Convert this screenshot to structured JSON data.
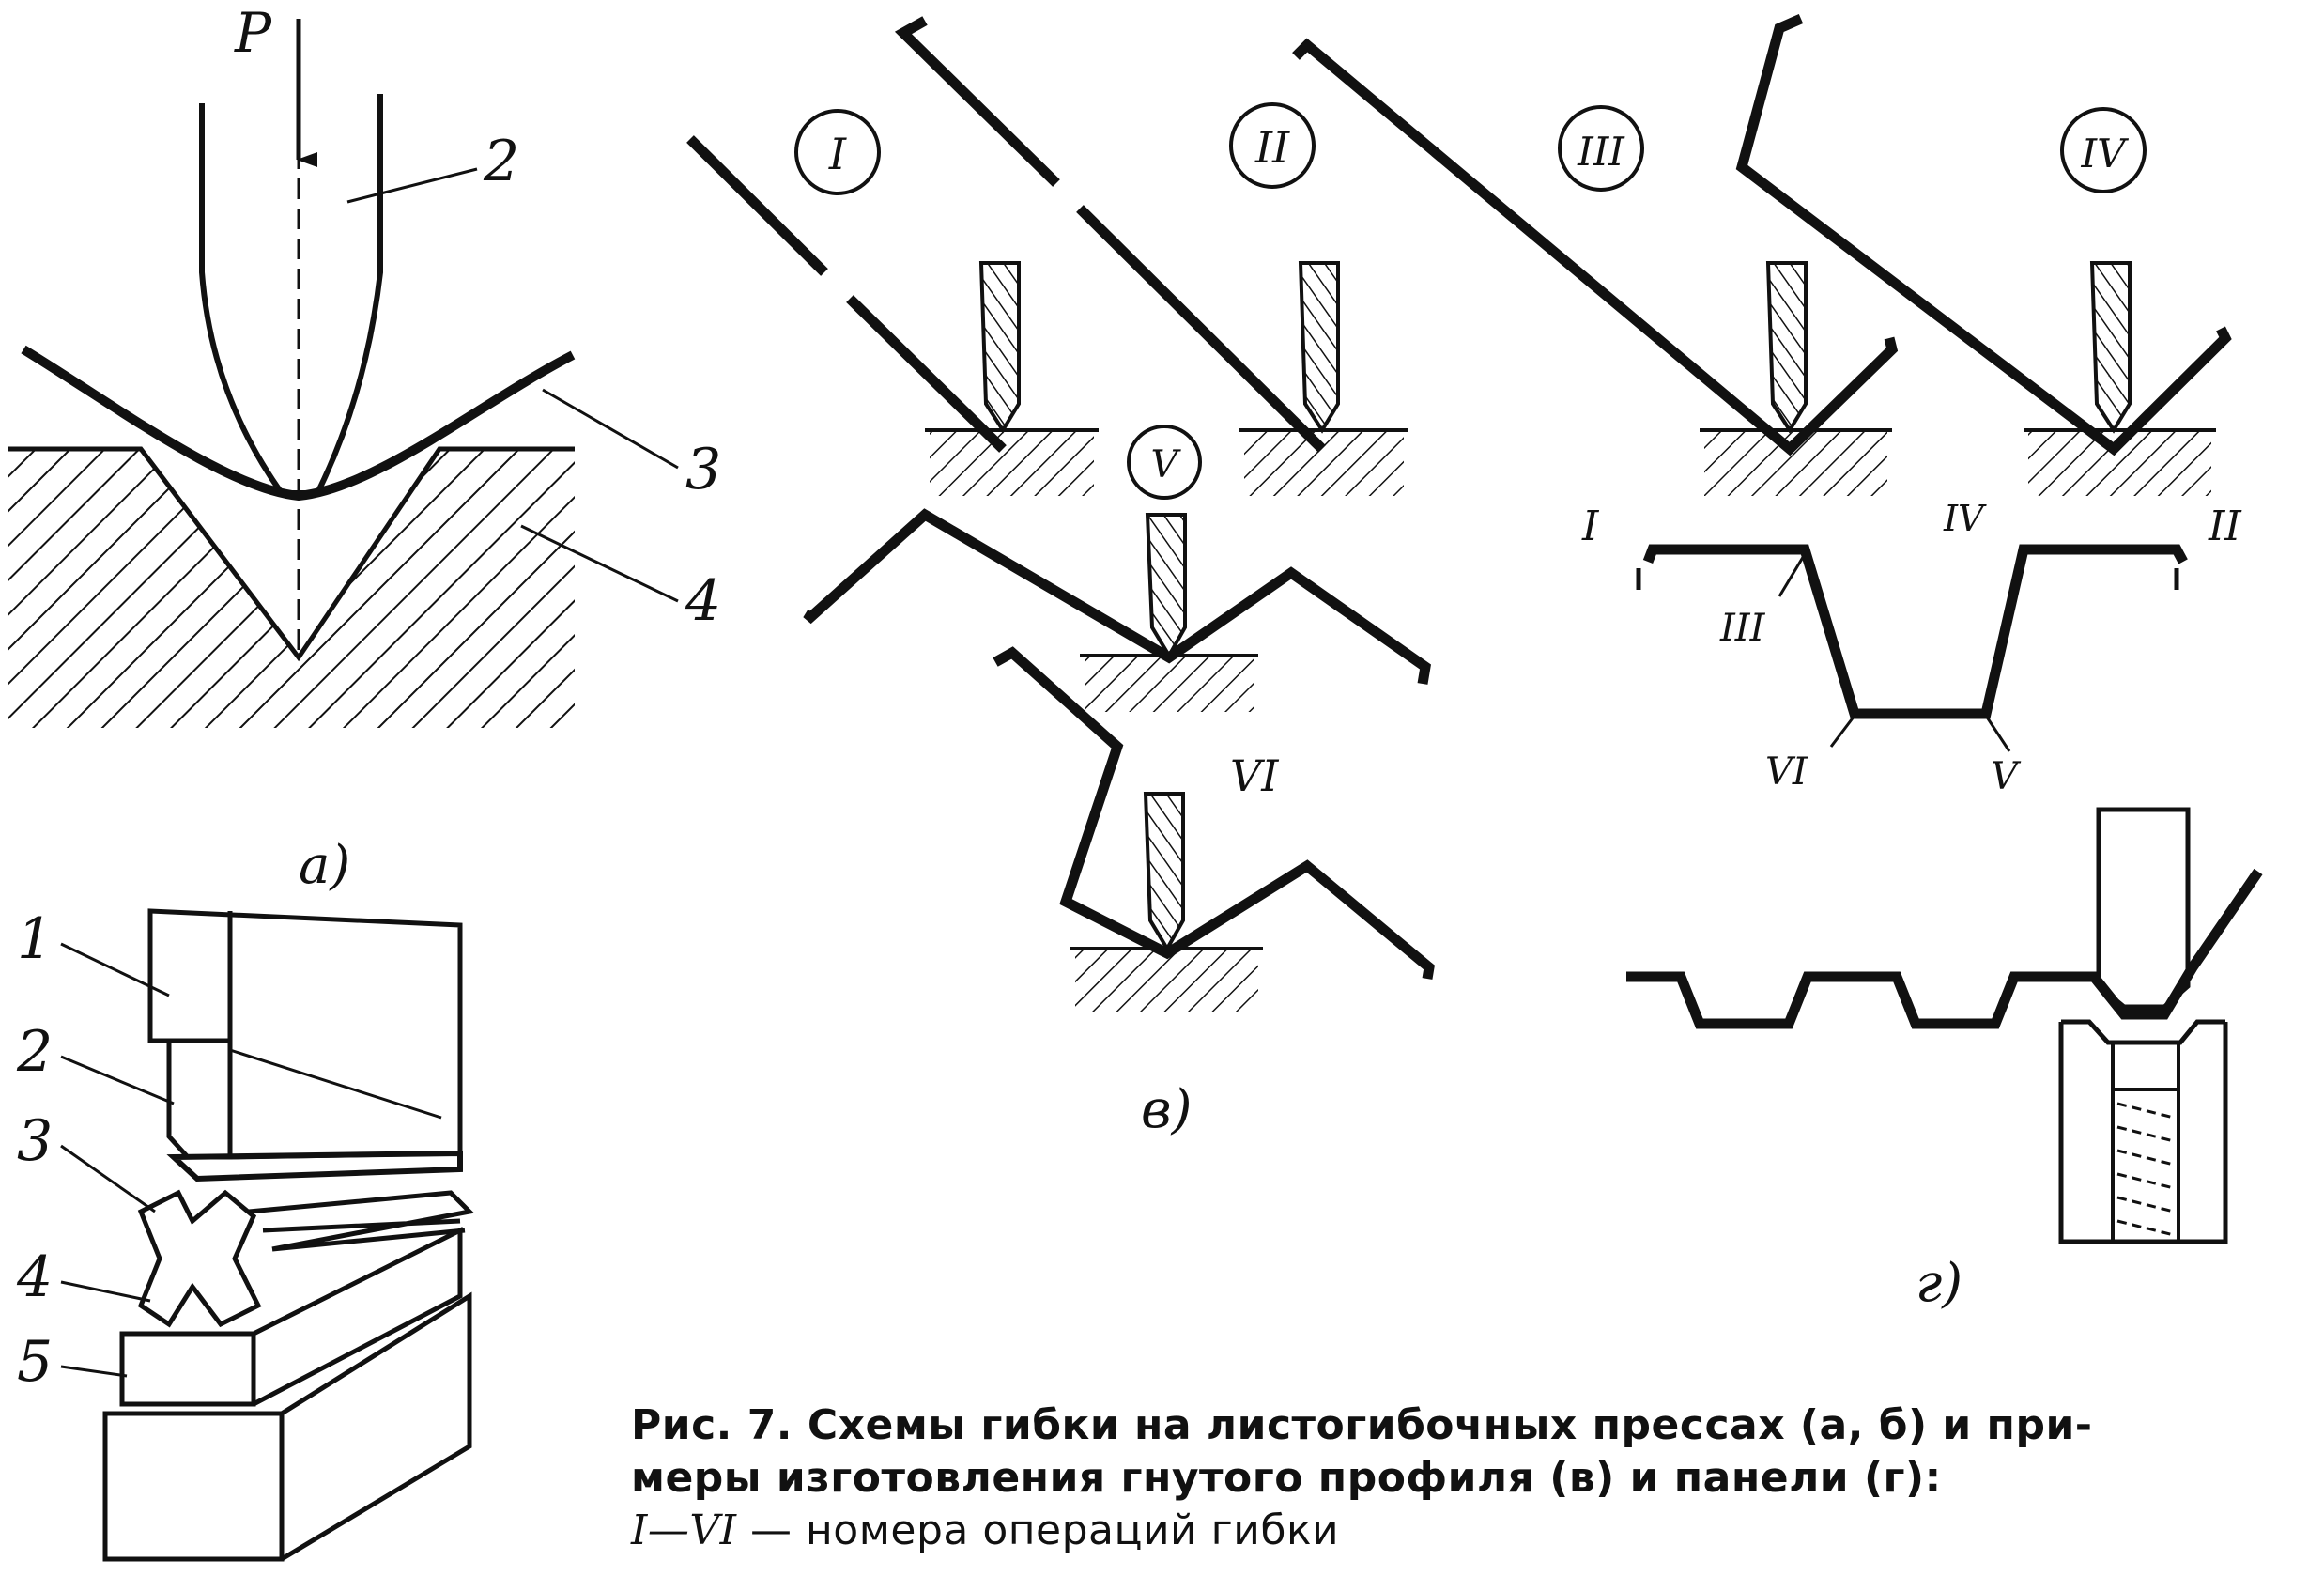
{
  "figure": {
    "force_label": "P",
    "panel_a": {
      "label": "а)",
      "callouts": [
        "2",
        "3",
        "4"
      ]
    },
    "panel_b": {
      "callouts": [
        "1",
        "2",
        "3",
        "4",
        "5"
      ]
    },
    "panel_v": {
      "label": "в)",
      "operations": [
        "I",
        "II",
        "III",
        "IV",
        "V",
        "VI"
      ]
    },
    "profile": {
      "labels": [
        "I",
        "IV",
        "II",
        "III",
        "VI",
        "V"
      ]
    },
    "panel_g": {
      "label": "г)"
    }
  },
  "caption": {
    "line1": "Рис. 7. Схемы гибки на листогибочных прессах (а, б) и при-",
    "line2": "меры изготовления гнутого профиля (в) и панели (г):",
    "legend_symbol": "I—VI",
    "legend_text": " — номера операций гибки"
  },
  "colors": {
    "ink": "#111111",
    "paper": "#ffffff"
  }
}
